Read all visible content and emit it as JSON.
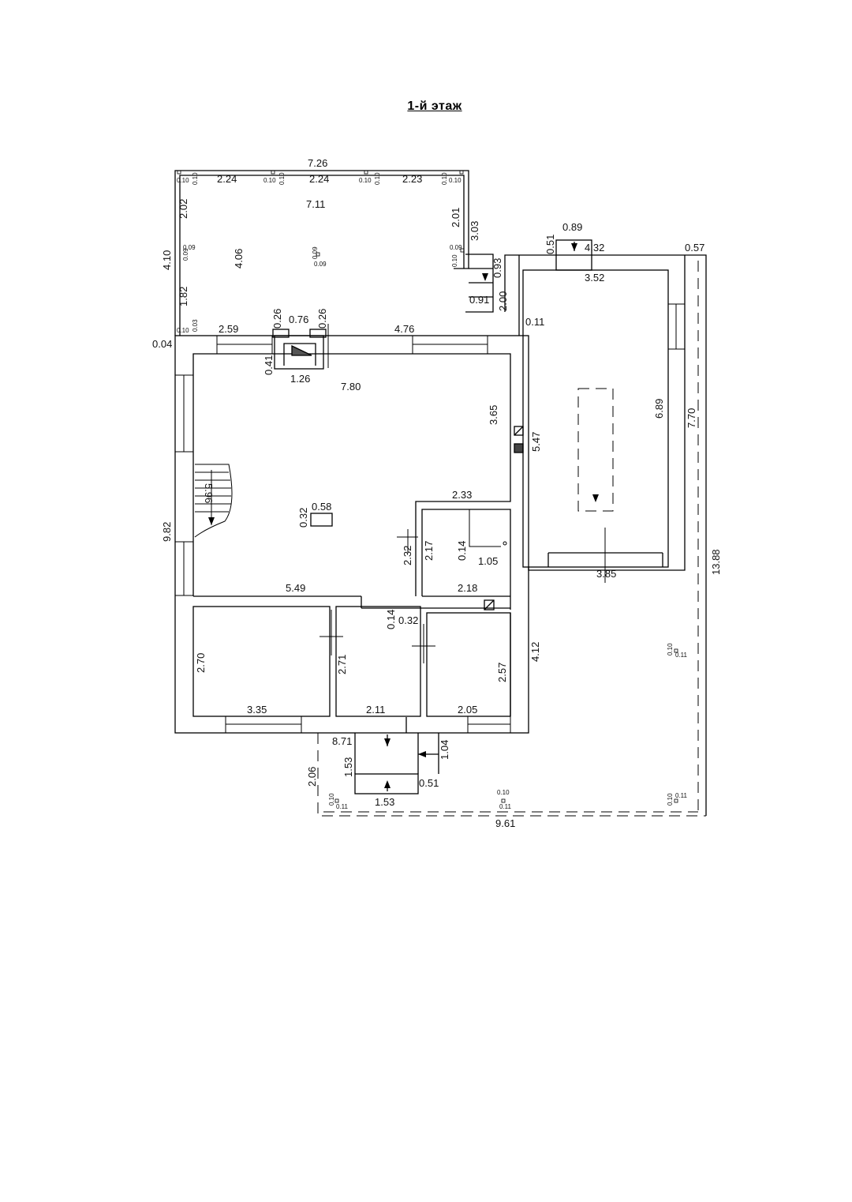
{
  "title": "1-й этаж",
  "labels": {
    "terrace_top": "7.26",
    "terrace_seg1": "2.24",
    "terrace_seg2": "2.24",
    "terrace_seg3": "2.23",
    "terrace_inner": "7.11",
    "terrace_left_top": "2.02",
    "terrace_right_top": "2.01",
    "terrace_right_outer": "3.03",
    "terrace_height": "4.10",
    "terrace_inner_h": "4.06",
    "terrace_left_bottom": "1.82",
    "terrace_bottom_left": "2.59",
    "terrace_bottom_right": "4.76",
    "corner_004": "0.04",
    "chimney_w": "0.76",
    "chimney_l": "0.26",
    "chimney_r": "0.26",
    "chimney_depth": "0.41",
    "chimney_base": "1.26",
    "hall_width": "7.80",
    "hall_right_h": "3.65",
    "hall_right_outer": "5.47",
    "stair_len": "5.96",
    "left_height": "9.82",
    "column_h": "0.32",
    "column_w": "0.58",
    "corridor_top": "2.33",
    "corridor_h1": "2.32",
    "corridor_h2": "2.17",
    "closet_h": "0.14",
    "closet_w": "1.05",
    "bath_w": "2.18",
    "hall_bottom": "5.49",
    "wall_014": "0.14",
    "wall_032": "0.32",
    "room1_h": "2.70",
    "room1_w": "3.35",
    "room2_h": "2.71",
    "room2_w": "2.11",
    "room3_h": "2.57",
    "room3_w": "2.05",
    "right_lower": "4.12",
    "porch_width": "8.71",
    "porch_h": "2.06",
    "steps_h": "1.53",
    "steps_w": "1.53",
    "steps_side": "1.04",
    "steps_side_w": "0.51",
    "annex_step_w": "0.89",
    "annex_step_h": "0.51",
    "annex_top": "4.32",
    "annex_inner_w": "3.52",
    "annex_side_step": "0.93",
    "annex_step_len": "0.91",
    "annex_wall_h": "2.00",
    "annex_wall_t": "0.11",
    "annex_inner_h": "6.89",
    "annex_outer_h": "7.70",
    "annex_bottom": "3.85",
    "overhang": "0.57",
    "total_height": "13.88",
    "total_width": "9.61",
    "level_010": "0.10",
    "level_011": "0.11",
    "level_009": "0.09",
    "level_003": "0.03"
  }
}
